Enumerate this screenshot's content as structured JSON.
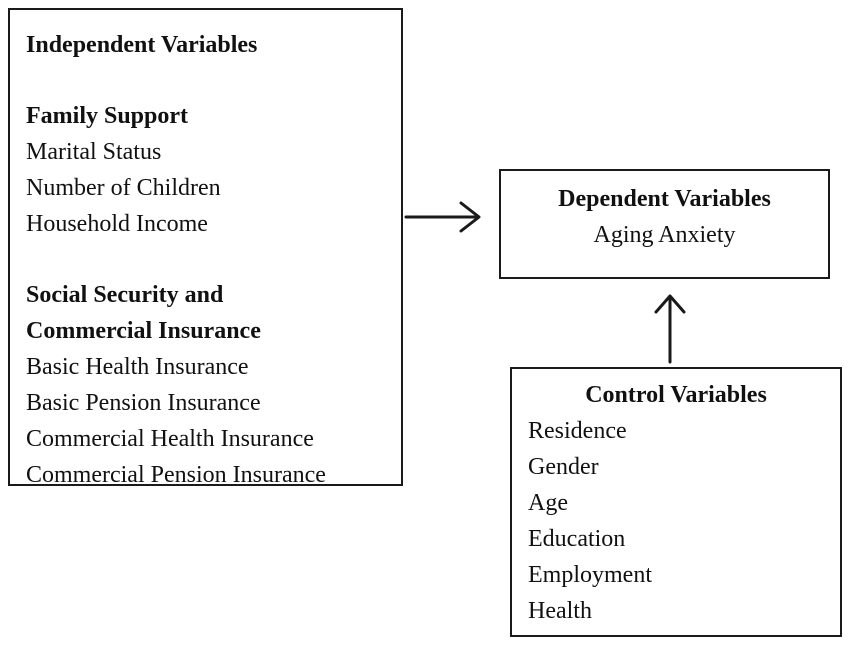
{
  "independent": {
    "title": "Independent Variables",
    "groups": [
      {
        "heading_lines": [
          "Family Support"
        ],
        "items": [
          "Marital Status",
          "Number of Children",
          "Household Income"
        ]
      },
      {
        "heading_lines": [
          "Social Security and",
          "Commercial Insurance"
        ],
        "items": [
          "Basic Health Insurance",
          "Basic Pension Insurance",
          "Commercial Health Insurance",
          "Commercial Pension Insurance"
        ]
      }
    ]
  },
  "dependent": {
    "title": "Dependent Variables",
    "items": [
      "Aging Anxiety"
    ]
  },
  "control": {
    "title": "Control Variables",
    "items": [
      "Residence",
      "Gender",
      "Age",
      "Education",
      "Employment",
      "Health"
    ]
  },
  "colors": {
    "stroke": "#1a1a1a",
    "text": "#111111",
    "background": "#ffffff"
  }
}
